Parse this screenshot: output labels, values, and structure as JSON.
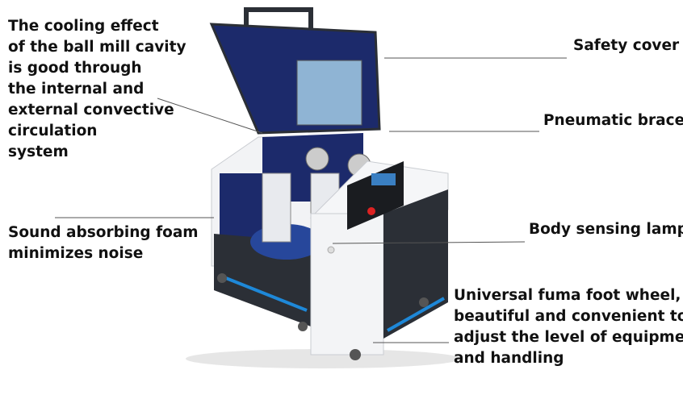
{
  "labels": {
    "cooling": [
      "The cooling effect",
      "of the ball mill cavity",
      "is good through",
      "the internal and",
      "external convective",
      "circulation",
      "system"
    ],
    "foam": [
      "Sound absorbing foam",
      "minimizes noise"
    ],
    "safety_cover": "Safety cover",
    "pneumatic_brace": "Pneumatic brace",
    "body_sensing_lamp": "Body sensing lamp",
    "foot_wheel": [
      "Universal fuma foot wheel,",
      "beautiful and convenient to",
      "adjust the level of equipme",
      "and handling"
    ]
  },
  "colors": {
    "accent_blue": "#1e88d8",
    "body_dark": "#2b2f36",
    "foam_navy": "#1c2a6b"
  }
}
